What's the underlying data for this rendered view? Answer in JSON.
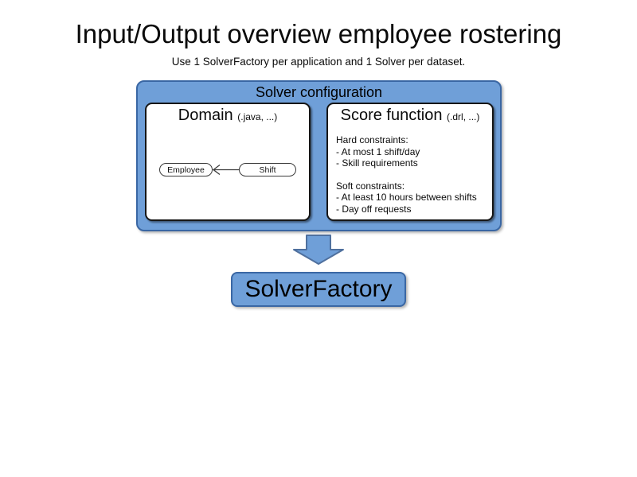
{
  "title": "Input/Output overview employee rostering",
  "subtitle": "Use 1 SolverFactory per application and 1 Solver per dataset.",
  "solver_configuration": {
    "label": "Solver configuration",
    "domain_panel": {
      "title": "Domain",
      "title_suffix": "(.java, ...)",
      "entities": {
        "employee": "Employee",
        "shift": "Shift"
      }
    },
    "score_panel": {
      "title": "Score function",
      "title_suffix": "(.drl, ...)",
      "hard_header": "Hard constraints:",
      "hard_items": [
        "- At most 1 shift/day",
        "- Skill requirements"
      ],
      "soft_header": "Soft constraints:",
      "soft_items": [
        "- At least 10 hours between shifts",
        "- Day off requests"
      ]
    }
  },
  "solver_factory": {
    "label": "SolverFactory"
  },
  "colors": {
    "box_fill": "#6f9fd8",
    "box_border": "#3a67a4",
    "arrow_fill": "#6f9fd8",
    "arrow_border": "#4f709e",
    "entity_border": "#3a3a3a"
  }
}
